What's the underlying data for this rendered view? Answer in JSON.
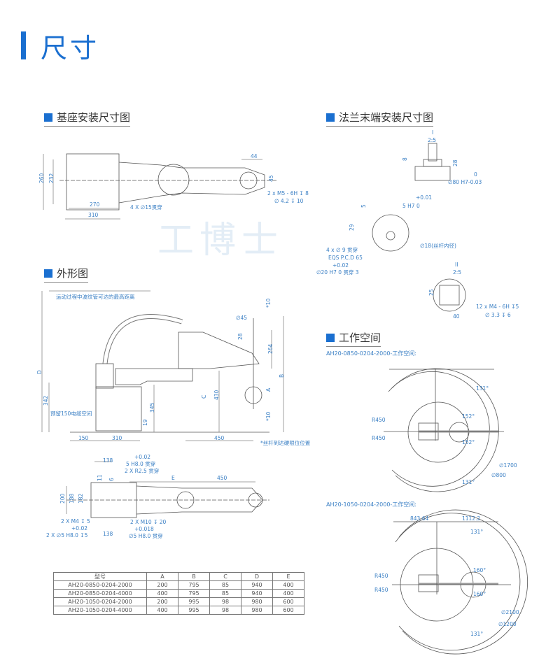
{
  "title": "尺寸",
  "watermark": "工博士",
  "sections": {
    "base": "基座安装尺寸图",
    "flange": "法兰末端安装尺寸图",
    "outline": "外形图",
    "workspace": "工作空间"
  },
  "base_dims": {
    "d260": "260",
    "d232": "232",
    "d270": "270",
    "d310": "310",
    "holes": "4 X ∅15贯穿",
    "d44": "44",
    "d45": "45",
    "thread1": "2 x M5 - 6H ↧ 8",
    "thread2": "∅ 4.2 ↧ 10"
  },
  "flange_dims": {
    "view1": "I",
    "scale1": "2:5",
    "d8": "8",
    "d28": "28",
    "tol0": "0",
    "d80": "∅80 H7-0.03",
    "d5": "5",
    "tol001": "+0.01",
    "h7": "5 H7  0",
    "d29": "29",
    "holes": "4 x ∅ 9 贯穿",
    "pcd": "EQS P.C.D 65",
    "tol002": "+0.02",
    "d20": "∅20 H7  0  贯穿  3",
    "d18": "∅18(丝杆内径)",
    "view2": "II",
    "scale2": "2:5",
    "d25": "25",
    "d40": "40",
    "m4": "12 x M4 - 6H ↧5",
    "d33": "∅ 3.3 ↧ 6"
  },
  "outline_dims": {
    "note_top": "运动过程中波纹管可达的最高距离",
    "D": "D",
    "d342": "342",
    "cable": "预留150电缆空间",
    "d150": "150",
    "d310": "310",
    "d345": "345",
    "d19": "19",
    "C": "C",
    "d430": "430",
    "d450": "450",
    "s10a": "*10",
    "d45": "∅45",
    "d28": "28",
    "d264": "264",
    "B": "B",
    "A": "A",
    "s10b": "*10",
    "note_bottom": "*丝杆到达硬限位位置"
  },
  "top_dims": {
    "d138a": "138",
    "tol1": "+0.02",
    "h8": "5 H8.0 贯穿",
    "r25": "2 X R2.5 贯穿",
    "d11": "11",
    "d6": "6",
    "E": "E",
    "d450": "450",
    "d200": "200",
    "d188": "188",
    "d182": "182",
    "m4": "2 X M4 ↧ 5",
    "tol2": "+0.02",
    "h8b": "2 X ∅5 H8.0 ↧5",
    "d138b": "138",
    "m10": "2 X M10 ↧ 20",
    "tol3": "+0.018",
    "h8c": "∅5 H8.0 贯穿"
  },
  "table": {
    "headers": [
      "型号",
      "A",
      "B",
      "C",
      "D",
      "E"
    ],
    "rows": [
      [
        "AH20-0850-0204-2000",
        "200",
        "795",
        "85",
        "940",
        "400"
      ],
      [
        "AH20-0850-0204-4000",
        "400",
        "795",
        "85",
        "940",
        "400"
      ],
      [
        "AH20-1050-0204-2000",
        "200",
        "995",
        "98",
        "980",
        "600"
      ],
      [
        "AH20-1050-0204-4000",
        "400",
        "995",
        "98",
        "980",
        "600"
      ]
    ]
  },
  "ws1": {
    "caption": "AH20-0850-0204-2000-工作空间:",
    "r1": "R450",
    "r2": "R450",
    "a1": "131°",
    "a2": "152°",
    "a3": "152°",
    "d1": "∅1700",
    "d2": "∅800",
    "a4": "131°"
  },
  "ws2": {
    "caption": "AH20-1050-0204-2000-工作空间:",
    "w1": "843.64",
    "w2": "1112.2",
    "a1": "131°",
    "r1": "R450",
    "r2": "R450",
    "a2": "160°",
    "a3": "160°",
    "d1": "∅2100",
    "d2": "∅1200",
    "a4": "131°"
  }
}
